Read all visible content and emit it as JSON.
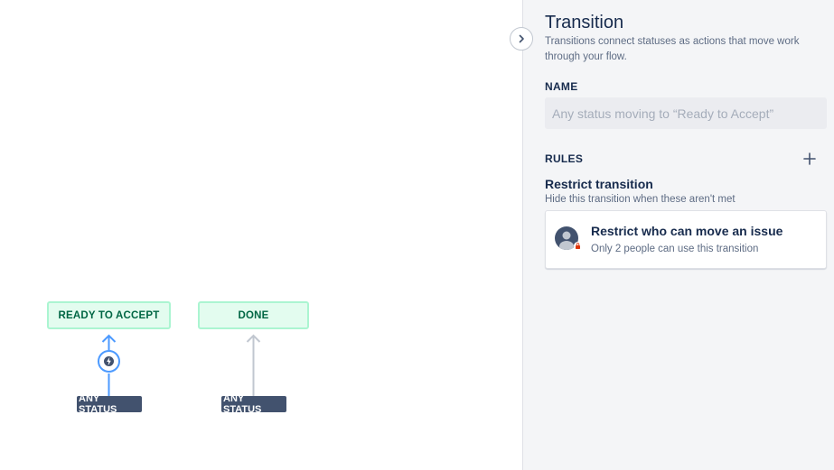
{
  "canvas": {
    "nodes": [
      {
        "label": "READY TO ACCEPT"
      },
      {
        "label": "DONE"
      }
    ],
    "any_status_labels": [
      "ANY STATUS",
      "ANY STATUS"
    ],
    "colors": {
      "node_bg": "#e3fcef",
      "node_border": "#abf5d1",
      "node_text": "#006644",
      "selected_connector": "#4c9aff",
      "connector": "#c1c7d0",
      "any_status_bg": "#42526e"
    }
  },
  "panel": {
    "collapse_icon": "chevron-right-icon",
    "title": "Transition",
    "description": "Transitions connect statuses as actions that move work through your flow.",
    "name_section": {
      "label": "NAME",
      "placeholder": "Any status moving to “Ready to Accept”",
      "value": ""
    },
    "rules_section": {
      "label": "RULES",
      "add_icon": "plus-icon",
      "group": {
        "title": "Restrict transition",
        "description": "Hide this transition when these aren't met",
        "rules": [
          {
            "icon": "user-lock-icon",
            "title": "Restrict who can move an issue",
            "description": "Only 2 people can use this transition"
          }
        ]
      }
    }
  }
}
